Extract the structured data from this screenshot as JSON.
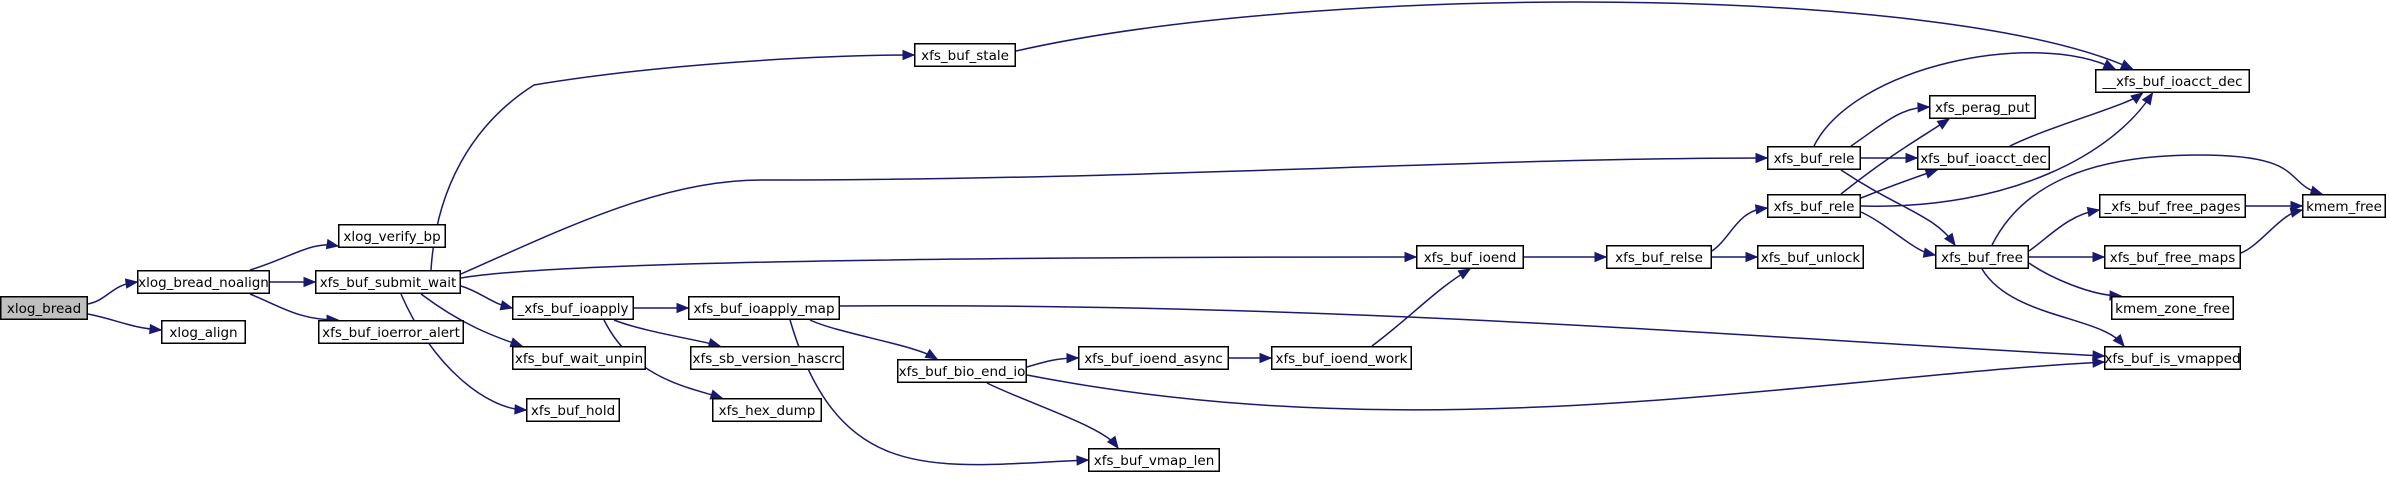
{
  "diagram": {
    "type": "call-graph",
    "root": "xlog_bread",
    "nodes": [
      {
        "id": "xlog_bread",
        "label": "xlog_bread",
        "root": true
      },
      {
        "id": "xlog_bread_noalign",
        "label": "xlog_bread_noalign"
      },
      {
        "id": "xlog_align",
        "label": "xlog_align"
      },
      {
        "id": "xlog_verify_bp",
        "label": "xlog_verify_bp"
      },
      {
        "id": "xfs_buf_submit_wait",
        "label": "xfs_buf_submit_wait"
      },
      {
        "id": "xfs_buf_ioerror_alert",
        "label": "xfs_buf_ioerror_alert"
      },
      {
        "id": "xfs_buf_stale",
        "label": "xfs_buf_stale"
      },
      {
        "id": "_xfs_buf_ioapply",
        "label": "_xfs_buf_ioapply"
      },
      {
        "id": "xfs_buf_wait_unpin",
        "label": "xfs_buf_wait_unpin"
      },
      {
        "id": "xfs_buf_hold",
        "label": "xfs_buf_hold"
      },
      {
        "id": "xfs_buf_ioapply_map",
        "label": "xfs_buf_ioapply_map"
      },
      {
        "id": "xfs_sb_version_hascrc",
        "label": "xfs_sb_version_hascrc"
      },
      {
        "id": "xfs_hex_dump",
        "label": "xfs_hex_dump"
      },
      {
        "id": "xfs_buf_bio_end_io",
        "label": "xfs_buf_bio_end_io"
      },
      {
        "id": "xfs_buf_vmap_len",
        "label": "xfs_buf_vmap_len"
      },
      {
        "id": "xfs_buf_ioend_async",
        "label": "xfs_buf_ioend_async"
      },
      {
        "id": "xfs_buf_ioend_work",
        "label": "xfs_buf_ioend_work"
      },
      {
        "id": "xfs_buf_ioend",
        "label": "xfs_buf_ioend"
      },
      {
        "id": "xfs_buf_relse",
        "label": "xfs_buf_relse"
      },
      {
        "id": "xfs_buf_unlock",
        "label": "xfs_buf_unlock"
      },
      {
        "id": "xfs_buf_rele_a",
        "label": "xfs_buf_rele"
      },
      {
        "id": "xfs_buf_rele_b",
        "label": "xfs_buf_rele"
      },
      {
        "id": "xfs_perag_put",
        "label": "xfs_perag_put"
      },
      {
        "id": "xfs_buf_ioacct_dec",
        "label": "xfs_buf_ioacct_dec"
      },
      {
        "id": "__xfs_buf_ioacct_dec",
        "label": "__xfs_buf_ioacct_dec"
      },
      {
        "id": "xfs_buf_free",
        "label": "xfs_buf_free"
      },
      {
        "id": "_xfs_buf_free_pages",
        "label": "_xfs_buf_free_pages"
      },
      {
        "id": "xfs_buf_free_maps",
        "label": "xfs_buf_free_maps"
      },
      {
        "id": "kmem_free",
        "label": "kmem_free"
      },
      {
        "id": "kmem_zone_free",
        "label": "kmem_zone_free"
      },
      {
        "id": "xfs_buf_is_vmapped",
        "label": "xfs_buf_is_vmapped"
      }
    ],
    "edges": [
      {
        "from": "xlog_bread",
        "to": "xlog_bread_noalign"
      },
      {
        "from": "xlog_bread",
        "to": "xlog_align"
      },
      {
        "from": "xlog_bread_noalign",
        "to": "xlog_verify_bp"
      },
      {
        "from": "xlog_bread_noalign",
        "to": "xfs_buf_submit_wait"
      },
      {
        "from": "xlog_bread_noalign",
        "to": "xfs_buf_ioerror_alert"
      },
      {
        "from": "xfs_buf_submit_wait",
        "to": "xfs_buf_stale"
      },
      {
        "from": "xfs_buf_submit_wait",
        "to": "xfs_buf_rele_a"
      },
      {
        "from": "xfs_buf_submit_wait",
        "to": "xfs_buf_ioend"
      },
      {
        "from": "xfs_buf_submit_wait",
        "to": "_xfs_buf_ioapply"
      },
      {
        "from": "xfs_buf_submit_wait",
        "to": "xfs_buf_wait_unpin"
      },
      {
        "from": "xfs_buf_submit_wait",
        "to": "xfs_buf_hold"
      },
      {
        "from": "xfs_buf_stale",
        "to": "__xfs_buf_ioacct_dec"
      },
      {
        "from": "_xfs_buf_ioapply",
        "to": "xfs_buf_ioapply_map"
      },
      {
        "from": "_xfs_buf_ioapply",
        "to": "xfs_sb_version_hascrc"
      },
      {
        "from": "_xfs_buf_ioapply",
        "to": "xfs_hex_dump"
      },
      {
        "from": "xfs_buf_ioapply_map",
        "to": "xfs_buf_is_vmapped"
      },
      {
        "from": "xfs_buf_ioapply_map",
        "to": "xfs_buf_bio_end_io"
      },
      {
        "from": "xfs_buf_ioapply_map",
        "to": "xfs_buf_vmap_len"
      },
      {
        "from": "xfs_buf_bio_end_io",
        "to": "xfs_buf_ioend_async"
      },
      {
        "from": "xfs_buf_bio_end_io",
        "to": "xfs_buf_is_vmapped"
      },
      {
        "from": "xfs_buf_bio_end_io",
        "to": "xfs_buf_vmap_len"
      },
      {
        "from": "xfs_buf_ioend_async",
        "to": "xfs_buf_ioend_work"
      },
      {
        "from": "xfs_buf_ioend_work",
        "to": "xfs_buf_ioend"
      },
      {
        "from": "xfs_buf_ioend",
        "to": "xfs_buf_relse"
      },
      {
        "from": "xfs_buf_relse",
        "to": "xfs_buf_rele_b"
      },
      {
        "from": "xfs_buf_relse",
        "to": "xfs_buf_unlock"
      },
      {
        "from": "xfs_buf_rele_a",
        "to": "__xfs_buf_ioacct_dec"
      },
      {
        "from": "xfs_buf_rele_a",
        "to": "xfs_perag_put"
      },
      {
        "from": "xfs_buf_rele_a",
        "to": "xfs_buf_ioacct_dec"
      },
      {
        "from": "xfs_buf_rele_a",
        "to": "xfs_buf_free"
      },
      {
        "from": "xfs_buf_rele_b",
        "to": "xfs_perag_put"
      },
      {
        "from": "xfs_buf_rele_b",
        "to": "xfs_buf_ioacct_dec"
      },
      {
        "from": "xfs_buf_rele_b",
        "to": "__xfs_buf_ioacct_dec"
      },
      {
        "from": "xfs_buf_rele_b",
        "to": "xfs_buf_free"
      },
      {
        "from": "xfs_buf_ioacct_dec",
        "to": "__xfs_buf_ioacct_dec"
      },
      {
        "from": "xfs_buf_free",
        "to": "kmem_free"
      },
      {
        "from": "xfs_buf_free",
        "to": "_xfs_buf_free_pages"
      },
      {
        "from": "xfs_buf_free",
        "to": "xfs_buf_free_maps"
      },
      {
        "from": "xfs_buf_free",
        "to": "kmem_zone_free"
      },
      {
        "from": "xfs_buf_free",
        "to": "xfs_buf_is_vmapped"
      },
      {
        "from": "_xfs_buf_free_pages",
        "to": "kmem_free"
      },
      {
        "from": "xfs_buf_free_maps",
        "to": "kmem_free"
      }
    ],
    "colors": {
      "edge": "#191970",
      "root_fill": "#bfbfbf",
      "node_fill": "#ffffff",
      "border": "#000000"
    }
  }
}
